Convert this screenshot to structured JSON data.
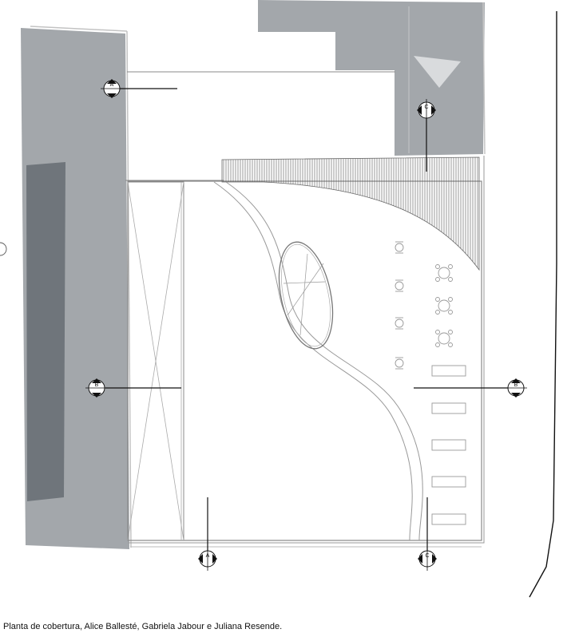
{
  "caption": "Planta de cobertura, Alice Ballesté, Gabriela Jabour e Juliana Resende.",
  "section_markers": {
    "a_left": "A",
    "a_bottom": "A",
    "b_left": "B",
    "b_right": "B",
    "c_top": "C",
    "c_bottom": "C"
  },
  "colors": {
    "building_gray": "#a3a7ab",
    "dark_panel": "#6f757b",
    "line": "#777777",
    "ink": "#111111"
  },
  "icons": [
    "north-arrow-icon",
    "table-icon",
    "bench-icon",
    "chair-icon"
  ]
}
